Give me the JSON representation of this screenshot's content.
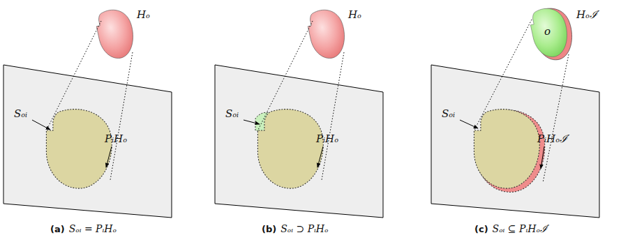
{
  "diagram": {
    "labels": [
      "Hₒ",
      "Sₒᵢ",
      "PᵢHₒ",
      "(a)",
      "Sₒᵢ = PᵢHₒ",
      "Hₒ",
      "Sₒᵢ",
      "PᵢHₒ",
      "(b)",
      "Sₒᵢ ⊃ PᵢHₒ",
      "Hₒℐ′",
      "o",
      "Sₒᵢ",
      "PᵢHₒℐ′",
      "(c)",
      "Sₒᵢ ⊆ PᵢHₒℐ′"
    ]
  }
}
